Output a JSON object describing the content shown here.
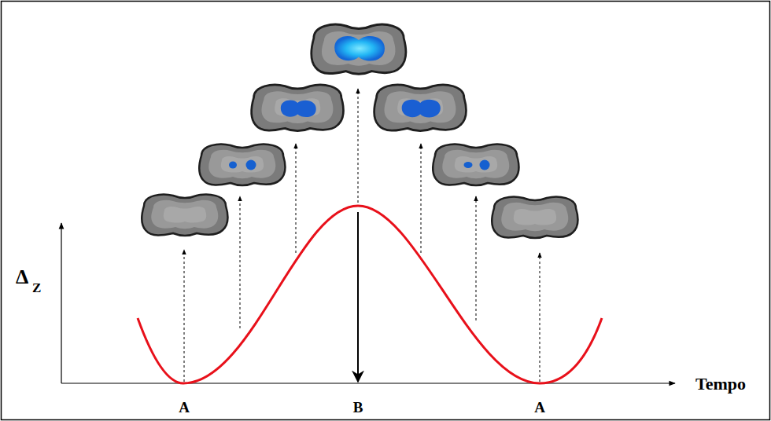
{
  "diagram": {
    "labels": [
      "Δ",
      "Z",
      "Tempo",
      "A",
      "B",
      "A"
    ]
  }
}
